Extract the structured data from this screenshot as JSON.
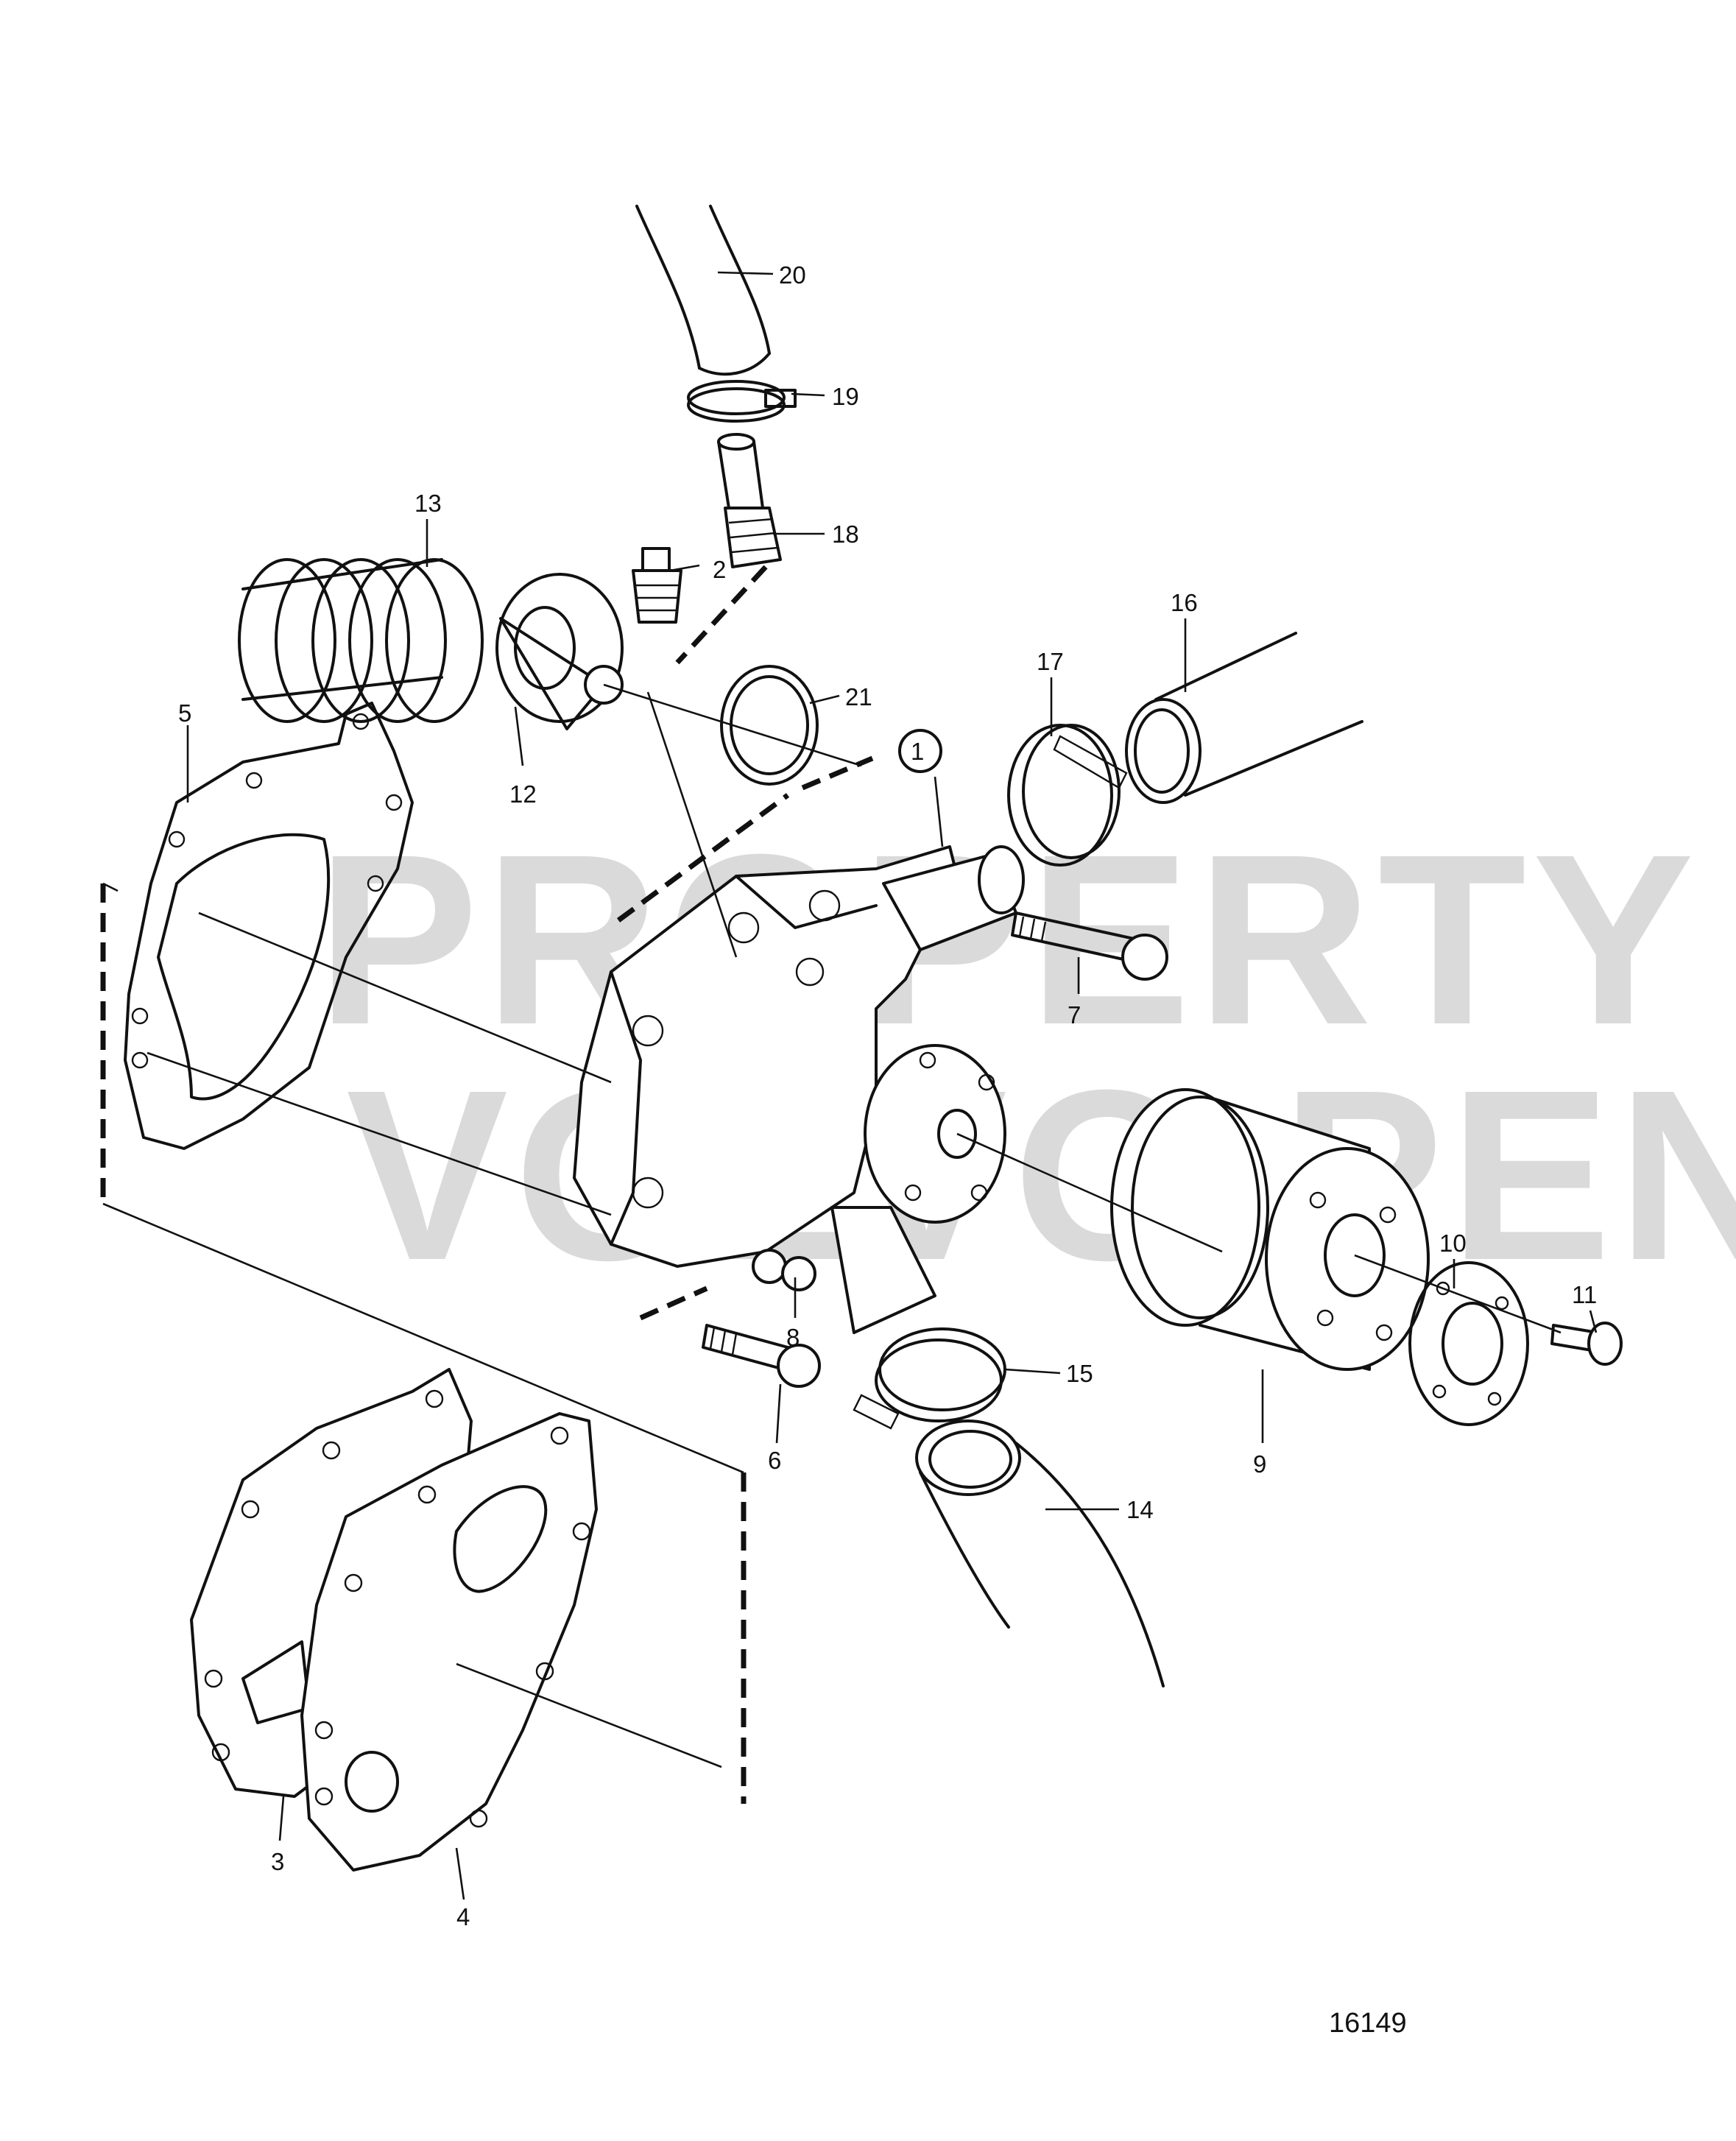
{
  "watermark": {
    "line1": "PROPERTY OF",
    "line2": "VOLVO PENTA"
  },
  "drawing_number": "16149",
  "callouts": [
    {
      "id": "c1",
      "label": "1"
    },
    {
      "id": "c2",
      "label": "2"
    },
    {
      "id": "c3",
      "label": "3"
    },
    {
      "id": "c4",
      "label": "4"
    },
    {
      "id": "c5",
      "label": "5"
    },
    {
      "id": "c6",
      "label": "6"
    },
    {
      "id": "c7",
      "label": "7"
    },
    {
      "id": "c8",
      "label": "8"
    },
    {
      "id": "c9",
      "label": "9"
    },
    {
      "id": "c10",
      "label": "10"
    },
    {
      "id": "c11",
      "label": "11"
    },
    {
      "id": "c12",
      "label": "12"
    },
    {
      "id": "c13",
      "label": "13"
    },
    {
      "id": "c14",
      "label": "14"
    },
    {
      "id": "c15",
      "label": "15"
    },
    {
      "id": "c16",
      "label": "16"
    },
    {
      "id": "c17",
      "label": "17"
    },
    {
      "id": "c18",
      "label": "18"
    },
    {
      "id": "c19",
      "label": "19"
    },
    {
      "id": "c20",
      "label": "20"
    },
    {
      "id": "c21",
      "label": "21"
    }
  ]
}
